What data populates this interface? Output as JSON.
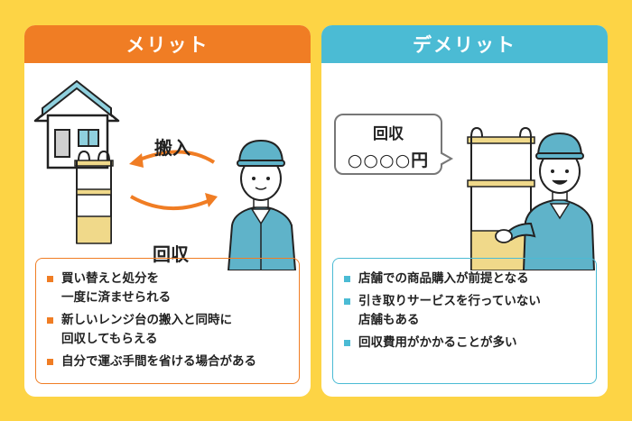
{
  "colors": {
    "merit": "#f07d24",
    "demerit": "#4bbbd4",
    "background": "#fdd445"
  },
  "merit": {
    "title": "メリット",
    "flow_top": "搬入",
    "flow_bottom": "回収",
    "items": [
      {
        "lines": [
          "買い替えと処分を",
          "一度に済ませられる"
        ]
      },
      {
        "lines": [
          "新しいレンジ台の搬入と同時に",
          "回収してもらえる"
        ]
      },
      {
        "lines": [
          "自分で運ぶ手間を省ける場合がある"
        ]
      }
    ]
  },
  "demerit": {
    "title": "デメリット",
    "bubble_line1": "回収",
    "bubble_line2": "○○○○円",
    "items": [
      {
        "lines": [
          "店舗での商品購入が前提となる"
        ]
      },
      {
        "lines": [
          "引き取りサービスを行っていない",
          "店舗もある"
        ]
      },
      {
        "lines": [
          "回収費用がかかることが多い"
        ]
      }
    ]
  },
  "icons": [
    "house-icon",
    "worker-icon",
    "rack-icon",
    "arrow-left-icon",
    "arrow-right-icon",
    "speech-bubble-icon"
  ]
}
